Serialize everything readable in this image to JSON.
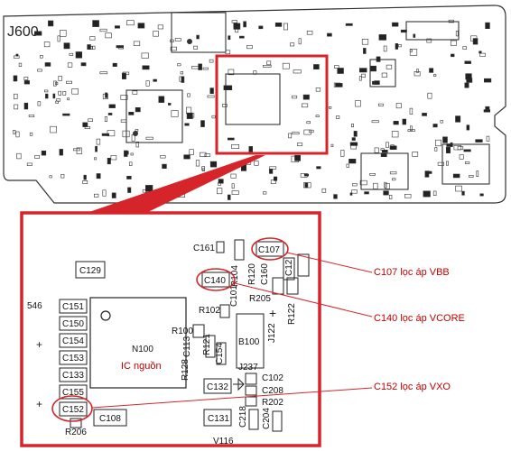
{
  "board": {
    "connector_label": "J600",
    "chips": [
      "C129",
      "N100",
      "C108",
      "V116"
    ]
  },
  "zoom": {
    "side_number": "546",
    "chip_label": "N100",
    "chip_caption": "IC nguồn",
    "components": {
      "c129": "C129",
      "c161": "C161",
      "c107": "C107",
      "c140": "C140",
      "r104": "R104",
      "c12": "C12",
      "r120": "R120",
      "c160": "C160",
      "c101": "C101",
      "r205": "R205",
      "r102": "R102",
      "r100": "R100",
      "c113": "C113",
      "c151": "C151",
      "c150": "C150",
      "c154": "C154",
      "c153": "C153",
      "c133": "C133",
      "c155": "C155",
      "c152": "C152",
      "c108": "C108",
      "r206": "R206",
      "b100": "B100",
      "j122": "J122",
      "r122": "R122",
      "r128": "R128",
      "r121": "R121",
      "c154b": "C154",
      "j237": "J237",
      "c132": "C132",
      "c102": "C102",
      "c208": "C208",
      "r202": "R202",
      "c131": "C131",
      "c218": "C218",
      "c204": "C204",
      "v116": "V116"
    }
  },
  "annotations": [
    "C107 lọc áp VBB",
    "C140 lọc áp VCORE",
    "C152 lọc áp VXO"
  ],
  "colors": {
    "highlight": "#d6252a",
    "board_line": "#222222",
    "label": "#c00000"
  }
}
